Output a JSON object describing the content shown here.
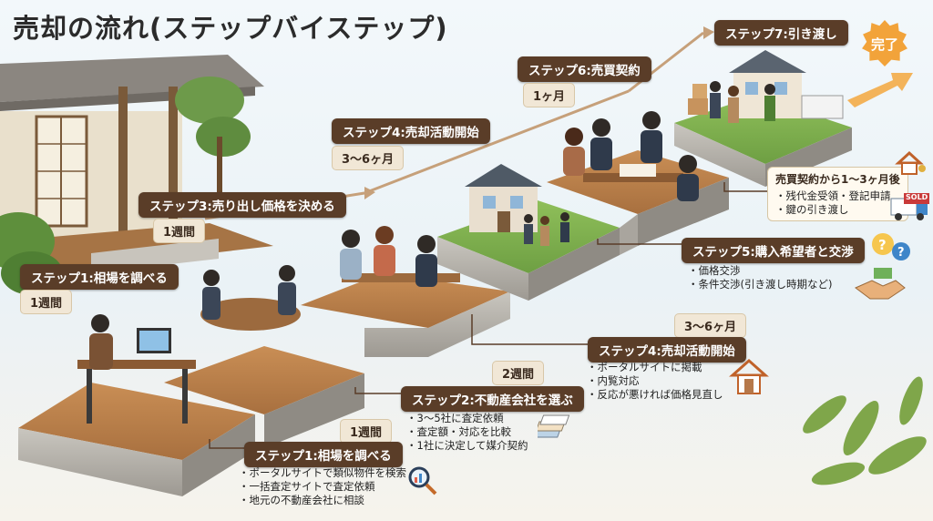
{
  "title": "売却の流れ(ステップバイステップ)",
  "steps_top": [
    {
      "label": "ステップ1:相場を調べる",
      "duration": "1週間"
    },
    {
      "label": "ステップ3:売り出し価格を決める",
      "duration": "1週間"
    },
    {
      "label": "ステップ4:売却活動開始",
      "duration": "3〜6ヶ月"
    },
    {
      "label": "ステップ6:売買契約",
      "duration": "1ヶ月"
    },
    {
      "label": "ステップ7:引き渡し"
    }
  ],
  "complete_badge": "完了",
  "right_steps": {
    "s1": {
      "label": "ステップ1:相場を調べる",
      "duration": "1週間",
      "items": [
        "ポータルサイトで類似物件を検索",
        "一括査定サイトで査定依頼",
        "地元の不動産会社に相談"
      ]
    },
    "s2": {
      "label": "ステップ2:不動産会社を選ぶ",
      "duration": "2週間",
      "items": [
        "3〜5社に査定依頼",
        "査定額・対応を比較",
        "1社に決定して媒介契約"
      ]
    },
    "s4": {
      "label": "ステップ4:売却活動開始",
      "duration": "3〜6ヶ月",
      "items": [
        "ポータルサイトに掲載",
        "内覧対応",
        "反応が悪ければ価格見直し"
      ]
    },
    "s5": {
      "label": "ステップ5:購入希望者と交渉",
      "items": [
        "価格交渉",
        "条件交渉(引き渡し時期など)"
      ]
    },
    "s7": {
      "label": "売買契約から1〜3ヶ月後",
      "items": [
        "残代金受領・登記申請",
        "鍵の引き渡し"
      ]
    }
  },
  "sold_sign": "SOLD",
  "colors": {
    "tag": "#5a3d28",
    "arrow": "#c6a07a",
    "wood": "#b9804a",
    "stone": "#b7b3ab",
    "badge": "#f2a33a"
  }
}
